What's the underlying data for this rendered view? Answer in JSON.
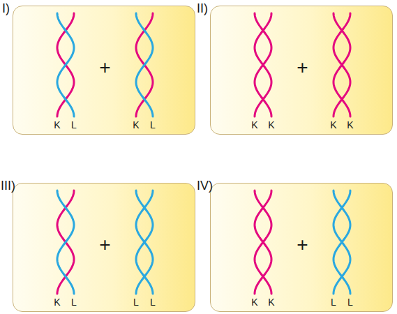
{
  "diagram": {
    "nodes": [
      {
        "text": [
          "I)",
          "+",
          "K",
          "L",
          "K",
          "L"
        ]
      },
      {
        "text": [
          "II)",
          "+",
          "K",
          "K",
          "K",
          "K"
        ]
      },
      {
        "text": [
          "III)",
          "+",
          "K",
          "L",
          "L",
          "L"
        ]
      },
      {
        "text": [
          "IV)",
          "+",
          "K",
          "K",
          "L",
          "L"
        ]
      }
    ]
  }
}
